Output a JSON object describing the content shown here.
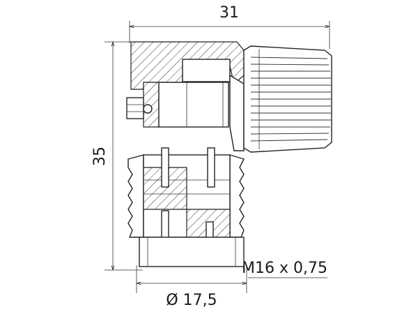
{
  "dimensions": {
    "width_top": "31",
    "height_left": "35",
    "thread": "M16 x 0,75",
    "diameter": "Ø 17,5"
  },
  "colors": {
    "line": "#222222",
    "background": "#ffffff"
  }
}
